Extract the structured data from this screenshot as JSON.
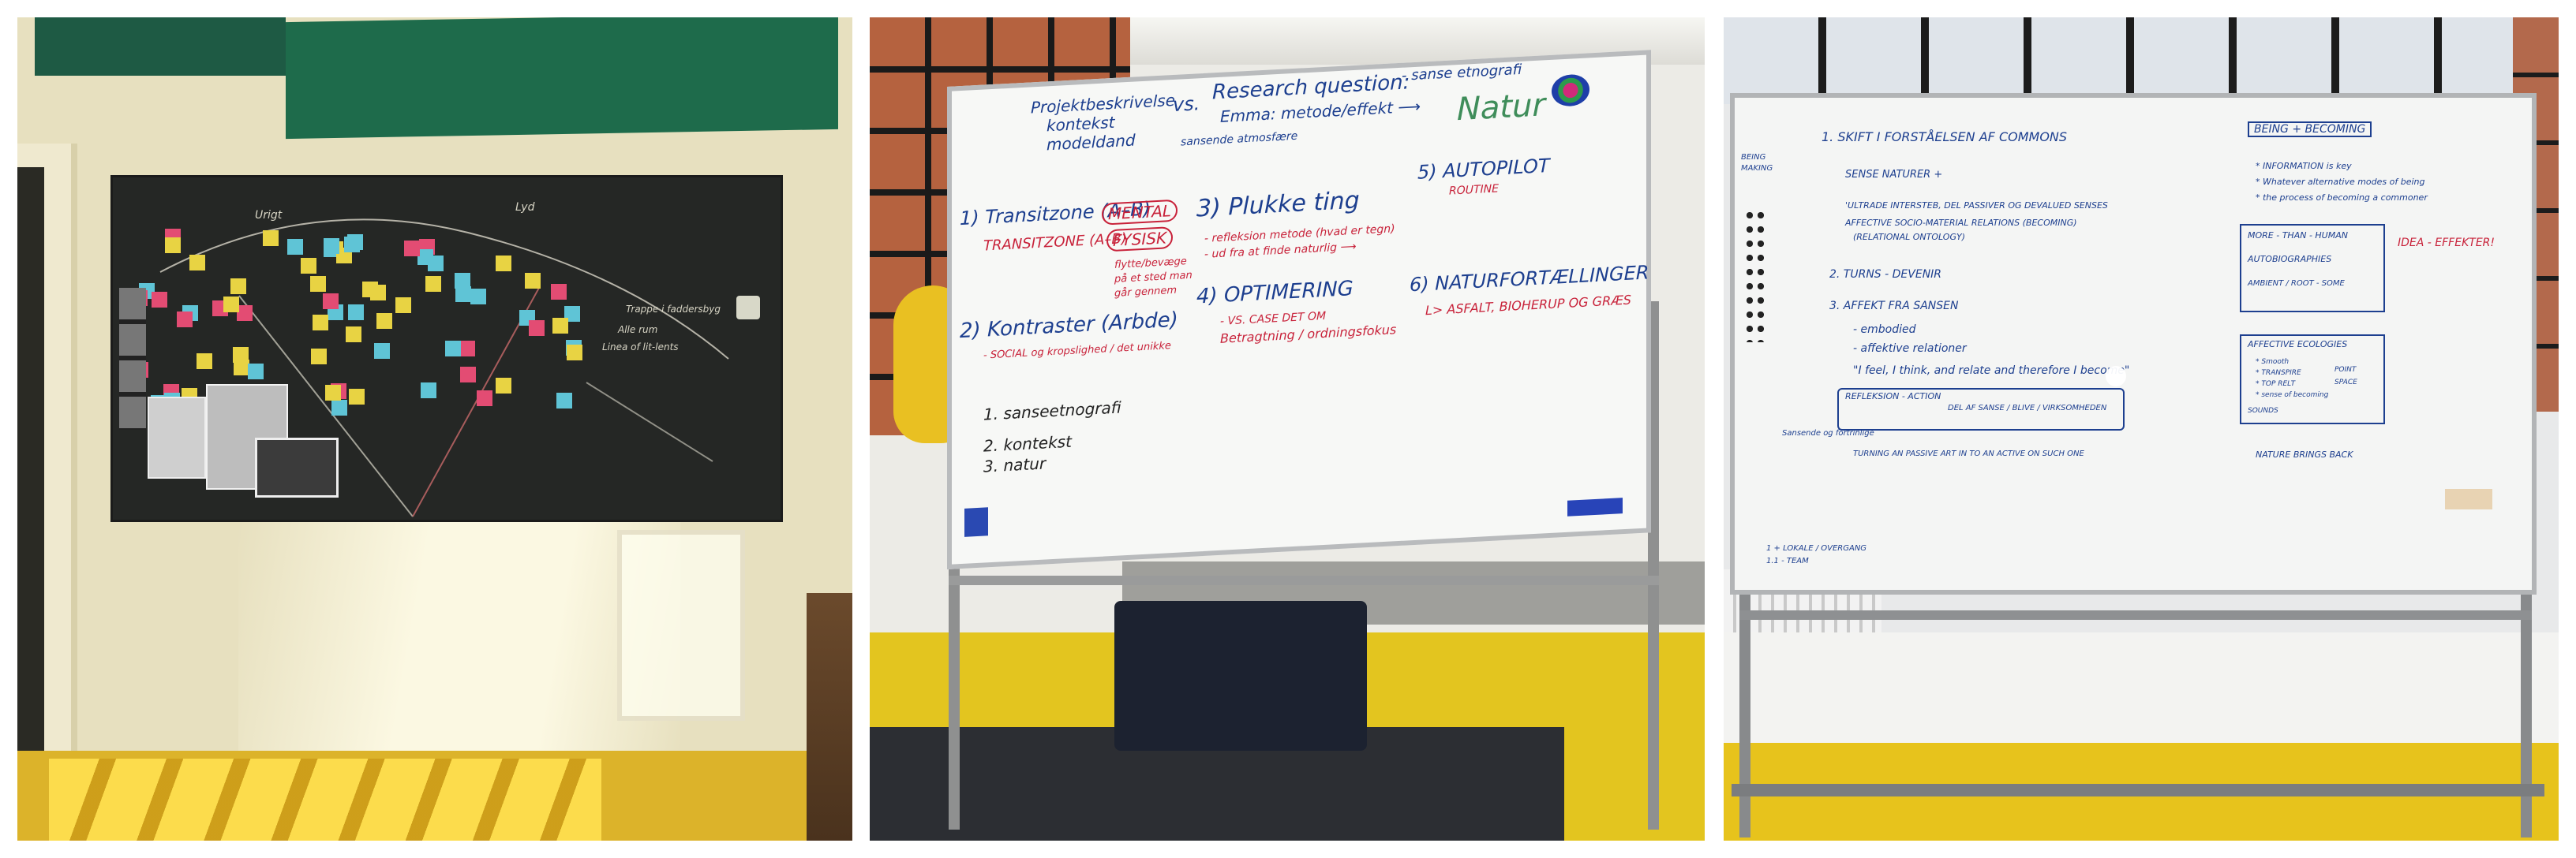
{
  "photos": [
    {
      "name": "blackboard-wall",
      "notes_board": {
        "labels": [
          "Urigt",
          "Lyd",
          "Trappe i faddersbyg",
          "Alle rum",
          "Linea of lit-lents"
        ]
      }
    },
    {
      "name": "whiteboard-research-question",
      "lines": {
        "a": "Projektbeskrivelse",
        "a2": "kontekst",
        "a3": "modeldand",
        "vs": "vs.",
        "rq": "Research question:",
        "rq_tail": "- sanse etnografi",
        "rq2": "Emma: metode/effekt ⟶",
        "rq3": "sansende atmosfære",
        "natur": "Natur",
        "t1": "1) Transitzone (A–B)",
        "t1b": "TRANSITZONE (A–B)",
        "mental": "MENTAL",
        "fysisk": "FYSISK",
        "mf1": "flytte/bevæge",
        "mf2": "på et sted man",
        "mf3": "går gennem",
        "p3": "3) Plukke ting",
        "p3a": "- refleksion metode (hvad er tegn)",
        "p3b": "- ud fra at finde naturlig ⟶",
        "n5": "5) AUTOPILOT",
        "n5a": "ROUTINE",
        "opt": "4) OPTIMERING",
        "opt_a": "- VS. CASE DET OM",
        "opt_b": "Betragtning / ordningsfokus",
        "k2": "2) Kontraster (Arbde)",
        "k2a": "- SOCIAL og kropslighed / det unikke",
        "n6": "6) NATURFORTÆLLINGER",
        "n6a": "L> ASFALT, BIOHERUP OG GRÆS",
        "s1": "1. sanseetnografi",
        "s2": "2. kontekst",
        "s3": "3. natur"
      }
    },
    {
      "name": "whiteboard-becoming",
      "lines": {
        "side": "BEING",
        "side2": "MAKING",
        "l1": "1. SKIFT I FORSTÅELSEN AF COMMONS",
        "l1a": "SENSE NATURER +",
        "l1b": "'ULTRADE INTERSTEB, DEL PASSIVER OG DEVALUED SENSES",
        "l1c": "AFFECTIVE SOCIO-MATERIAL RELATIONS (BECOMING)",
        "l1d": "(RELATIONAL ONTOLOGY)",
        "l2": "2. TURNS - DEVENIR",
        "l3": "3. AFFEKT    FRA SANSEN",
        "l3a": "- embodied",
        "l3b": "- affektive relationer",
        "l3c": "\"I feel, I think, and relate and therefore I become\"",
        "box1a": "REFLEKSION - ACTION",
        "box1b": "DEL AF SANSE / BLIVE / VIRKSOMHEDEN",
        "box1c": "Sansende og fortrinlige",
        "l4": "TURNING AN PASSIVE ART IN TO AN ACTIVE ON SUCH ONE",
        "bottom": "1 + LOKALE / OVERGANG",
        "bottom2": "1.1 - TEAM",
        "r_title": "BEING + BECOMING",
        "r1": "* INFORMATION is key",
        "r2": "* Whatever alternative modes of being",
        "r3": "* the process of becoming a commoner",
        "rbox1": "MORE - THAN - HUMAN",
        "rbox2": "AUTOBIOGRAPHIES",
        "rbox3": "AMBIENT / ROOT - SOME",
        "idea": "IDEA - EFFEKTER!",
        "rbox4": "AFFECTIVE ECOLOGIES",
        "rb4a": "* Smooth",
        "rb4b": "* TRANSPIRE",
        "rb4c": "* TOP RELT",
        "rb4d": "* sense of becoming",
        "rb4e": "SOUNDS",
        "rb4f": "POINT",
        "rb4g": "SPACE",
        "r_bottom": "NATURE BRINGS BACK"
      }
    }
  ]
}
